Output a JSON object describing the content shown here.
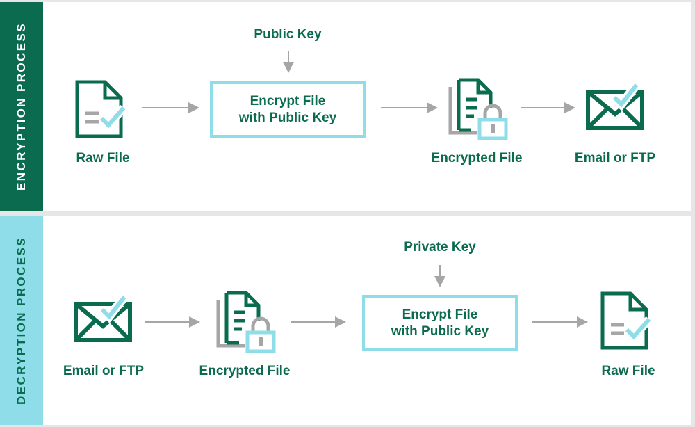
{
  "encryption": {
    "side_label": "ENCRYPTION PROCESS",
    "key_label": "Public Key",
    "box_line1": "Encrypt File",
    "box_line2": "with Public Key",
    "raw_file": "Raw File",
    "encrypted_file": "Encrypted File",
    "email_ftp": "Email or FTP"
  },
  "decryption": {
    "side_label": "DECRYPTION PROCESS",
    "key_label": "Private Key",
    "box_line1": "Encrypt File",
    "box_line2": "with Public Key",
    "email_ftp": "Email or FTP",
    "encrypted_file": "Encrypted File",
    "raw_file": "Raw File"
  },
  "colors": {
    "dark_green": "#0b6b4f",
    "light_blue": "#8fdde8",
    "gray": "#a6a6a6",
    "background": "#e6e6e6"
  },
  "icons": [
    "document-check-icon",
    "locked-document-icon",
    "envelope-check-icon",
    "arrow-right-icon",
    "arrow-down-icon"
  ]
}
